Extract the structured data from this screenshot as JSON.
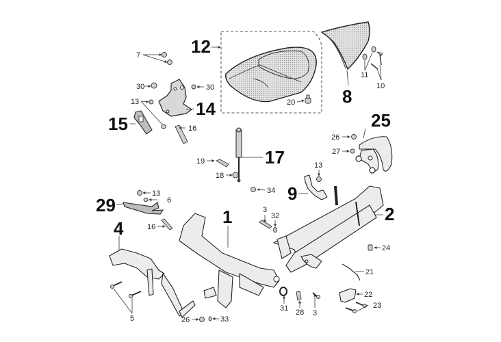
{
  "diagram": {
    "title": "Frame and seat exploded parts diagram",
    "callouts": [
      {
        "id": "c12",
        "label": "12",
        "size": "large",
        "part": "seat"
      },
      {
        "id": "c8",
        "label": "8",
        "size": "large",
        "part": "rear-cowl"
      },
      {
        "id": "c7",
        "label": "7",
        "size": "small",
        "part": "nuts"
      },
      {
        "id": "c11",
        "label": "11",
        "size": "small",
        "part": "clips"
      },
      {
        "id": "c10",
        "label": "10",
        "size": "small",
        "part": "screws"
      },
      {
        "id": "c30a",
        "label": "30",
        "size": "small",
        "part": "nut"
      },
      {
        "id": "c30b",
        "label": "30",
        "size": "small",
        "part": "nut"
      },
      {
        "id": "c13a",
        "label": "13",
        "size": "small",
        "part": "nuts"
      },
      {
        "id": "c14",
        "label": "14",
        "size": "large",
        "part": "seat-hinge-bracket"
      },
      {
        "id": "c15",
        "label": "15",
        "size": "large",
        "part": "seat-latch"
      },
      {
        "id": "c16a",
        "label": "16",
        "size": "small",
        "part": "bolt"
      },
      {
        "id": "c20",
        "label": "20",
        "size": "small",
        "part": "rubber-buffer"
      },
      {
        "id": "c25",
        "label": "25",
        "size": "large",
        "part": "rear-mudguard-bracket"
      },
      {
        "id": "c26a",
        "label": "26",
        "size": "small",
        "part": "nut"
      },
      {
        "id": "c27",
        "label": "27",
        "size": "small",
        "part": "washer"
      },
      {
        "id": "c17",
        "label": "17",
        "size": "large",
        "part": "gas-strut"
      },
      {
        "id": "c19",
        "label": "19",
        "size": "small",
        "part": "bolt"
      },
      {
        "id": "c18",
        "label": "18",
        "size": "small",
        "part": "nut"
      },
      {
        "id": "c13b",
        "label": "13",
        "size": "small",
        "part": "nut"
      },
      {
        "id": "c9",
        "label": "9",
        "size": "large",
        "part": "bracket"
      },
      {
        "id": "c34",
        "label": "34",
        "size": "small",
        "part": "nut"
      },
      {
        "id": "c13c",
        "label": "13",
        "size": "small",
        "part": "nut"
      },
      {
        "id": "c6",
        "label": "6",
        "size": "small",
        "part": "washer"
      },
      {
        "id": "c29",
        "label": "29",
        "size": "large",
        "part": "footrest-bracket"
      },
      {
        "id": "c16b",
        "label": "16",
        "size": "small",
        "part": "bolt"
      },
      {
        "id": "c1",
        "label": "1",
        "size": "large",
        "part": "main-frame"
      },
      {
        "id": "c3a",
        "label": "3",
        "size": "small",
        "part": "bolt"
      },
      {
        "id": "c32",
        "label": "32",
        "size": "small",
        "part": "washer"
      },
      {
        "id": "c2",
        "label": "2",
        "size": "large",
        "part": "rear-subframe"
      },
      {
        "id": "c24",
        "label": "24",
        "size": "small",
        "part": "spacer"
      },
      {
        "id": "c4",
        "label": "4",
        "size": "large",
        "part": "center-stand"
      },
      {
        "id": "c21",
        "label": "21",
        "size": "small",
        "part": "spring"
      },
      {
        "id": "c22",
        "label": "22",
        "size": "small",
        "part": "bracket"
      },
      {
        "id": "c23",
        "label": "23",
        "size": "small",
        "part": "screws"
      },
      {
        "id": "c5",
        "label": "5",
        "size": "small",
        "part": "screws"
      },
      {
        "id": "c31",
        "label": "31",
        "size": "small",
        "part": "ring"
      },
      {
        "id": "c28",
        "label": "28",
        "size": "small",
        "part": "clip"
      },
      {
        "id": "c3b",
        "label": "3",
        "size": "small",
        "part": "bolt"
      },
      {
        "id": "c26b",
        "label": "26",
        "size": "small",
        "part": "nut"
      },
      {
        "id": "c33",
        "label": "33",
        "size": "small",
        "part": "washer"
      }
    ]
  }
}
